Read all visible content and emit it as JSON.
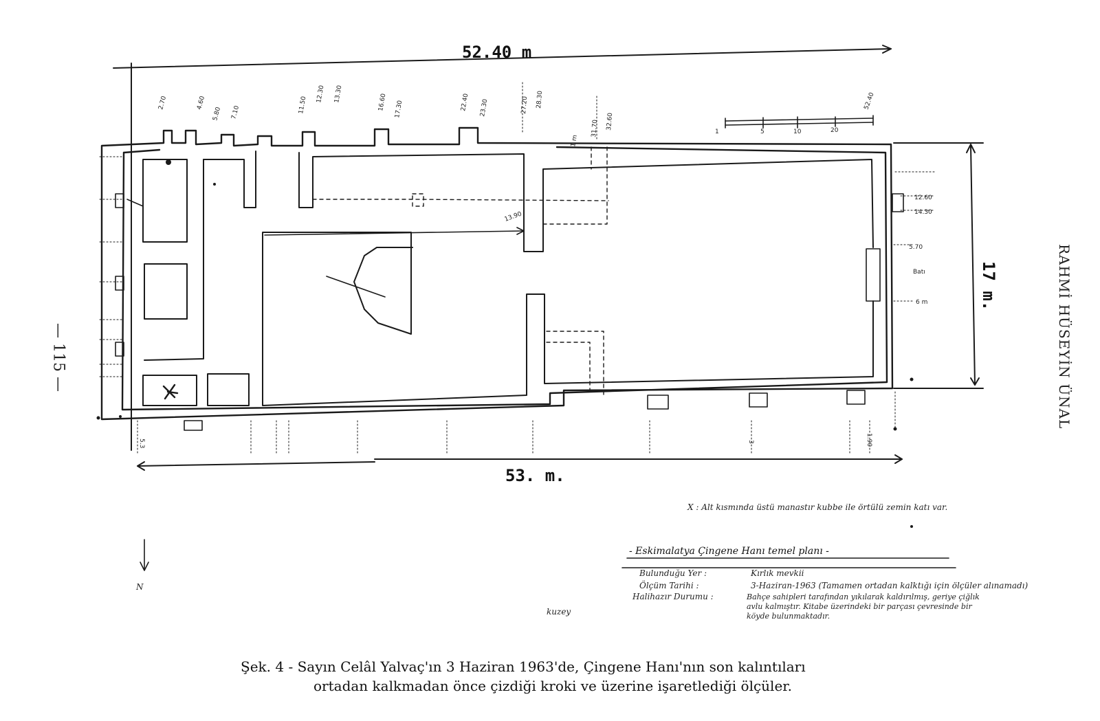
{
  "figure": {
    "top_dimension": "52.40 m",
    "bottom_dimension": "53. m.",
    "right_dimension": "17 m.",
    "scale_labels": [
      "1",
      "5",
      "10",
      "20"
    ],
    "north_label": "N",
    "kuzey_label": "kuzey",
    "room_marks": [
      "X"
    ],
    "small_labels": [
      "2.70",
      "4.60",
      "5.80",
      "7.10",
      "11.50",
      "12.30",
      "13.30",
      "16.60",
      "17.30",
      "22.40",
      "23.30",
      "27.20",
      "28.30",
      "31.70",
      "32.60",
      "52.40",
      "1 m",
      "13.90",
      "12.60",
      "14.30",
      "5.70",
      "Batı",
      "6 m",
      "5.3",
      "3",
      "1.90"
    ]
  },
  "legend": {
    "note": "X : Alt kısmında üstü manastır kubbe ile örtülü zemin katı var.",
    "title": "- Eskimalatya Çingene Hanı temel planı -",
    "rows": [
      {
        "label": "Bulunduğu Yer :",
        "value": "Kırlık mevkii"
      },
      {
        "label": "Ölçüm Tarihi :",
        "value": "3-Haziran-1963 (Tamamen ortadan kalktığı için ölçüler alınamadı)"
      },
      {
        "label": "Halihazır Durumu :",
        "value": "Bahçe sahipleri tarafından yıkılarak kaldırılmış, geriye çiğlık avlu kalmıştır. Kitabe üzerindeki bir parçası çevresinde bir köyde bulunmaktadır."
      }
    ]
  },
  "page_number": "— 115 —",
  "author": "RAHMİ HÜSEYİN ÜNAL",
  "caption": {
    "line1": "Şek. 4 - Sayın Celâl Yalvaç'ın 3 Haziran 1963'de, Çingene Hanı'nın son kalıntıları",
    "line2": "ortadan kalkmadan önce çizdiği kroki ve üzerine işaretlediği ölçüler."
  }
}
